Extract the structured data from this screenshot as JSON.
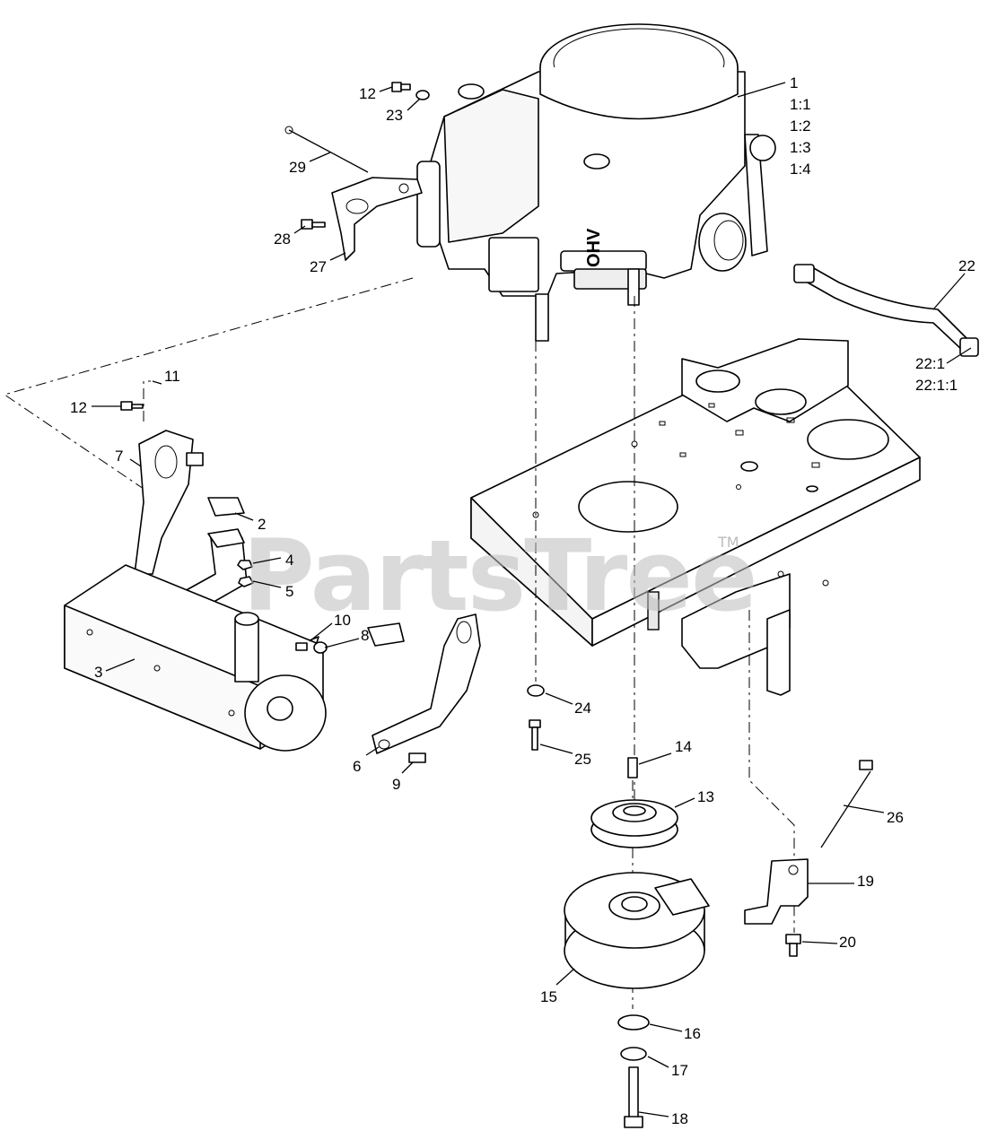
{
  "watermark": {
    "brand": "PartsTree",
    "tm": "TM"
  },
  "engine_marking": {
    "text": "OHV"
  },
  "callouts": {
    "c1": "1",
    "c1_1": "1:1",
    "c1_2": "1:2",
    "c1_3": "1:3",
    "c1_4": "1:4",
    "c2": "2",
    "c3": "3",
    "c4": "4",
    "c5": "5",
    "c6": "6",
    "c7": "7",
    "c8": "8",
    "c9": "9",
    "c10": "10",
    "c11": "11",
    "c12a": "12",
    "c12b": "12",
    "c13": "13",
    "c14": "14",
    "c15": "15",
    "c16": "16",
    "c17": "17",
    "c18": "18",
    "c19": "19",
    "c20": "20",
    "c22": "22",
    "c22_1": "22:1",
    "c22_1_1": "22:1:1",
    "c23": "23",
    "c24": "24",
    "c25": "25",
    "c26": "26",
    "c27": "27",
    "c28": "28",
    "c29": "29"
  }
}
